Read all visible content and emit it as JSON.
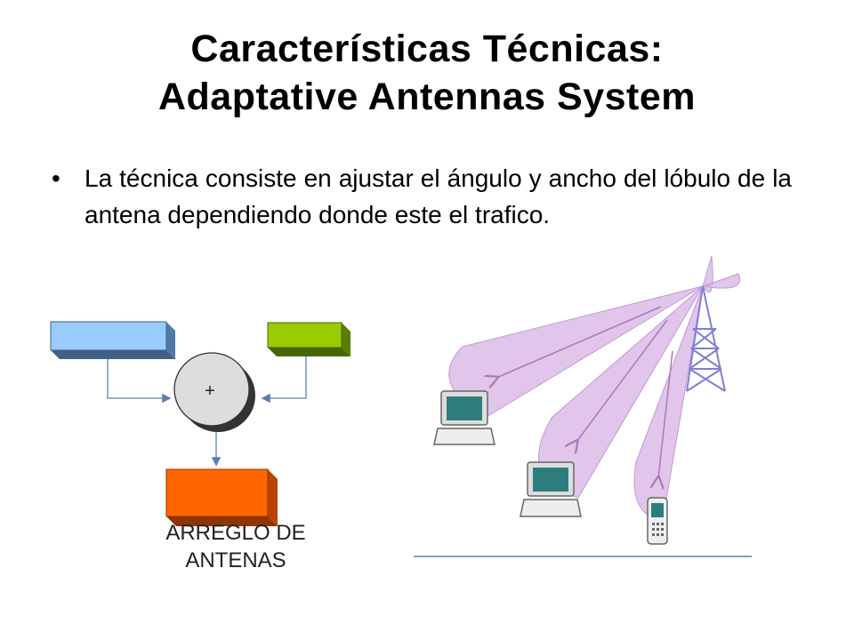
{
  "slide": {
    "title_line1": "Características Técnicas:",
    "title_line2": "Adaptative Antennas System",
    "bullet_symbol": "•",
    "bullet_text": "La técnica consiste en ajustar el ángulo y ancho del lóbulo de la antena dependiendo donde este el trafico."
  },
  "diagram": {
    "adder_symbol": "+",
    "array_label": "ARREGLO DE ANTENAS",
    "colors": {
      "blue_block": "#99ccff",
      "green_block": "#99cc00",
      "orange_block": "#ff6600",
      "adder": "#dddddd",
      "arrow": "#5b7fb3",
      "lobe": "#d9b6e6",
      "tower": "#7f7fd6"
    }
  }
}
